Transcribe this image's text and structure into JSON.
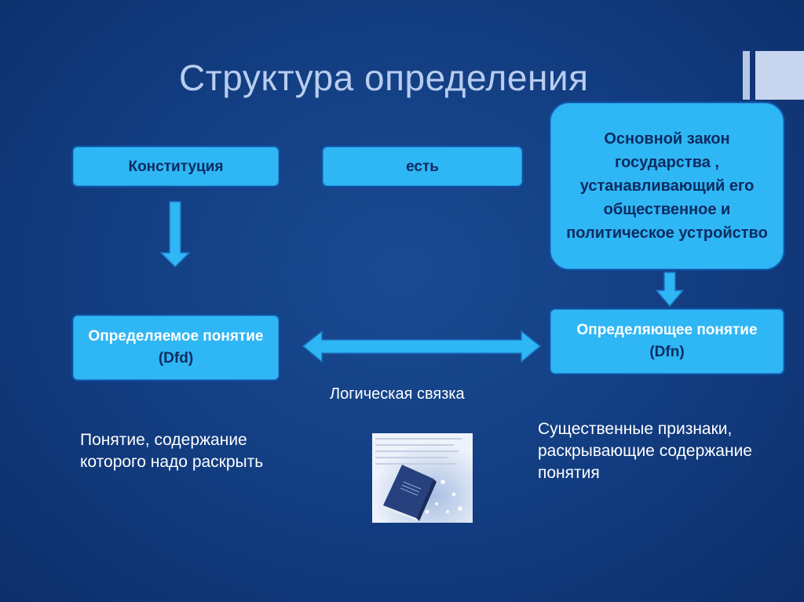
{
  "slide": {
    "title": "Структура определения"
  },
  "diagram": {
    "term_box": "Конституция",
    "copula_box": "есть",
    "definition_box": "Основной закон государства , устанавливающий его общественное и политическое устройство",
    "definiendum": {
      "label_main": "Определяемое понятие",
      "label_abbr": "(Dfd)"
    },
    "definiens": {
      "label_main": "Определяющее понятие",
      "label_abbr": "(Dfn)"
    },
    "link_label": "Логическая связка",
    "definiendum_note": "Понятие, содержание которого надо раскрыть",
    "definiens_note": "Существенные признаки, раскрывающие содержание понятия"
  },
  "colors": {
    "background": "#123c80",
    "box_fill": "#2fb6f5",
    "box_border": "#0b4fa0",
    "arrow": "#2fb6f5",
    "title": "#b8cdf0"
  },
  "image": {
    "icon": "constitution-book-icon"
  }
}
